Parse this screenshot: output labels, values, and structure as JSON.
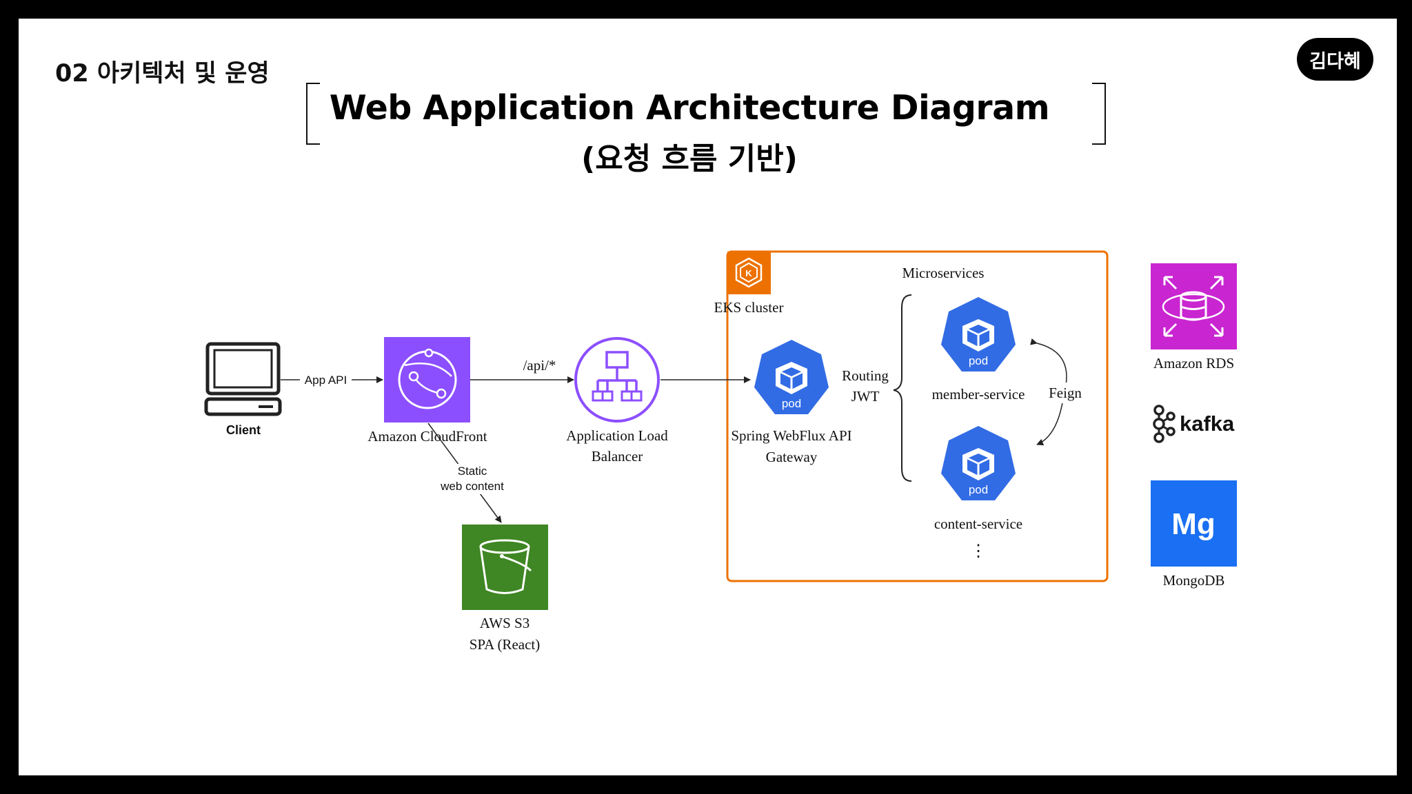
{
  "header": {
    "section": "02 아키텍처 및 운영",
    "author": "김다혜",
    "title": "Web Application Architecture Diagram",
    "subtitle": "(요청 흐름 기반)"
  },
  "diagram": {
    "client": "Client",
    "edge_app_api": "App API",
    "cloudfront": "Amazon CloudFront",
    "edge_api": "/api/*",
    "alb_line1": "Application Load",
    "alb_line2": "Balancer",
    "edge_static_line1": "Static",
    "edge_static_line2": "web content",
    "s3_line1": "AWS S3",
    "s3_line2": "SPA (React)",
    "eks_label": "EKS cluster",
    "eks_badge": "K",
    "microservices": "Microservices",
    "gateway_line1": "Spring WebFlux API",
    "gateway_line2": "Gateway",
    "routing": "Routing",
    "jwt": "JWT",
    "pod_label": "pod",
    "member_service": "member-service",
    "content_service": "content-service",
    "feign": "Feign",
    "ellipsis": "⋮",
    "rds": "Amazon RDS",
    "kafka": "kafka",
    "mongo_logo": "Mg",
    "mongodb": "MongoDB"
  },
  "colors": {
    "cloudfront": "#8c4fff",
    "alb": "#8c4fff",
    "s3": "#3f8624",
    "eks": "#ed7100",
    "pod": "#326ce5",
    "rds": "#c925d1",
    "mongodb": "#1a6ff2"
  },
  "icons": [
    "laptop-icon",
    "cloudfront-icon",
    "load-balancer-icon",
    "s3-bucket-icon",
    "eks-icon",
    "pod-icon",
    "rds-icon",
    "kafka-icon",
    "mongodb-icon"
  ]
}
